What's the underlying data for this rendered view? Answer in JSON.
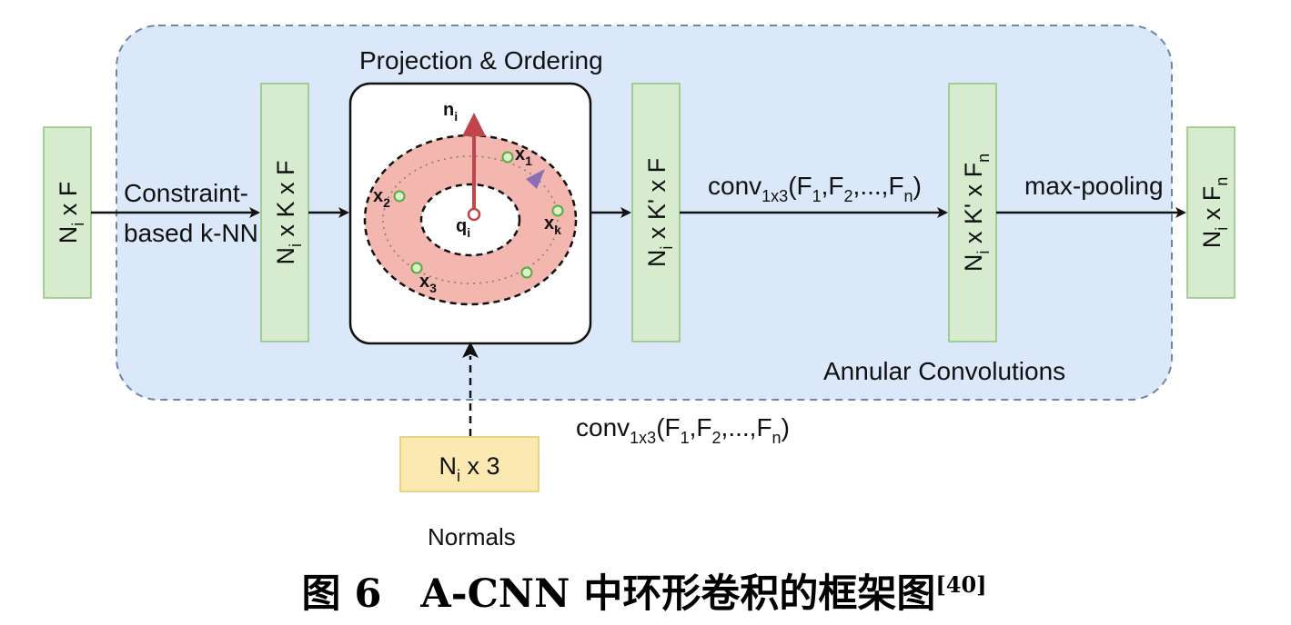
{
  "region": {
    "label": "Annular Convolutions"
  },
  "stage_title": "Projection & Ordering",
  "boxes": {
    "input": {
      "main": "N",
      "sub": "i",
      "rest": " x F",
      "color": "#d7ebcf"
    },
    "knn_out": {
      "main": "N",
      "sub": "i",
      "rest": " x K x F",
      "color": "#d7ebcf"
    },
    "proj_out": {
      "main": "N",
      "sub": "i",
      "rest": " x K' x F",
      "color": "#d7ebcf"
    },
    "conv_out": {
      "main": "N",
      "sub": "i",
      "rest": " x K' x F",
      "sub2": "n",
      "color": "#d7ebcf"
    },
    "output": {
      "main": "N",
      "sub": "i",
      "rest": " x F",
      "sub2": "n",
      "color": "#d7ebcf"
    },
    "normals": {
      "main": "N",
      "sub": "i",
      "rest": " x 3",
      "color": "#fbe9b1"
    }
  },
  "edges": {
    "knn_line1": "Constraint-",
    "knn_line2": "based k-NN",
    "conv_label": {
      "pre": "conv",
      "sub": "1x3",
      "body": "(F",
      "s1": "1",
      "c1": ",F",
      "s2": "2",
      "c2": ",...,F",
      "s3": "n",
      "end": ")"
    },
    "pool_label": "max-pooling",
    "normals_conv": {
      "pre": "conv",
      "sub": "1x3",
      "body": "(F",
      "s1": "1",
      "c1": ",F",
      "s2": "2",
      "c2": ",...,F",
      "s3": "n",
      "end": ")"
    },
    "normals_label": "Normals"
  },
  "annulus": {
    "normal": {
      "main": "n",
      "sub": "i"
    },
    "center": {
      "main": "q",
      "sub": "i"
    },
    "points": [
      {
        "main": "x",
        "sub": "1"
      },
      {
        "main": "x",
        "sub": "2"
      },
      {
        "main": "x",
        "sub": "k"
      },
      {
        "main": "x",
        "sub": "3"
      }
    ]
  },
  "caption": {
    "text": "图 6　A-CNN 中环形卷积的框架图",
    "ref": "[40]"
  },
  "colors": {
    "region_fill": "#dbe8f9",
    "region_stroke": "#6d87a8",
    "ring": "#f3b7b0",
    "arrow_red": "#c0444a",
    "point": "#8cd46b",
    "orbit_arrow": "#8b6fb4"
  }
}
